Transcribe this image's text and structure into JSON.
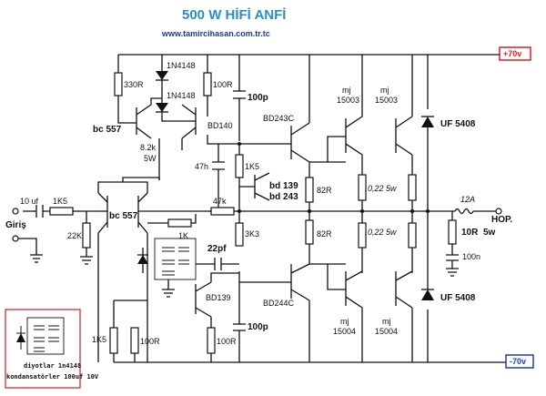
{
  "title": "500 W HİFİ ANFİ",
  "url": "www.tamircihasan.com.tr.tc",
  "rails": {
    "pos": "+70v",
    "neg": "-70v",
    "pos_color": "#d42020",
    "neg_color": "#1b3fb0"
  },
  "labels": {
    "r330": "330R",
    "d1": "1N4148",
    "d2": "1N4148",
    "r100_top": "100R",
    "c100p_top": "100p",
    "bc557_top": "bc 557",
    "bd140": "BD140",
    "bd243c": "BD243C",
    "mj15003_a_1": "mj",
    "mj15003_a_2": "15003",
    "mj15003_b_1": "mj",
    "mj15003_b_2": "15003",
    "uf5408_top": "UF 5408",
    "r82k": "8.2k",
    "r82k_w": "5W",
    "c47h": "47h",
    "r1k5_mid": "1K5",
    "bd139_243_1": "bd 139",
    "bd139_243_2": "bd 243",
    "r82r_a": "82R",
    "r022_a": "0,22 5w",
    "c10uf": "10 uf",
    "r1k5_in": "1K5",
    "giris": "Giriş",
    "r22k": "22K",
    "bc557_mid": "bc 557",
    "r47k": "47k",
    "fuse": "12A",
    "hop": "HOP.",
    "r1k": "1K",
    "r3k3": "3K3",
    "r82r_b": "82R",
    "r022_b": "0,22 5w",
    "r10r": "10R",
    "r10r_w": "5w",
    "c100n": "100n",
    "c22pf": "22pf",
    "bd139_low": "BD139",
    "bd244c": "BD244C",
    "c100p_low": "100p",
    "uf5408_low": "UF 5408",
    "mj15004_a_1": "mj",
    "mj15004_a_2": "15004",
    "mj15004_b_1": "mj",
    "mj15004_b_2": "15004",
    "r1k5_low": "1K5",
    "r100r_low_a": "100R",
    "r100r_low_b": "100R",
    "legend_1": "diyotlar 1n4148",
    "legend_2": "kondansatörler 100uf 10V"
  }
}
